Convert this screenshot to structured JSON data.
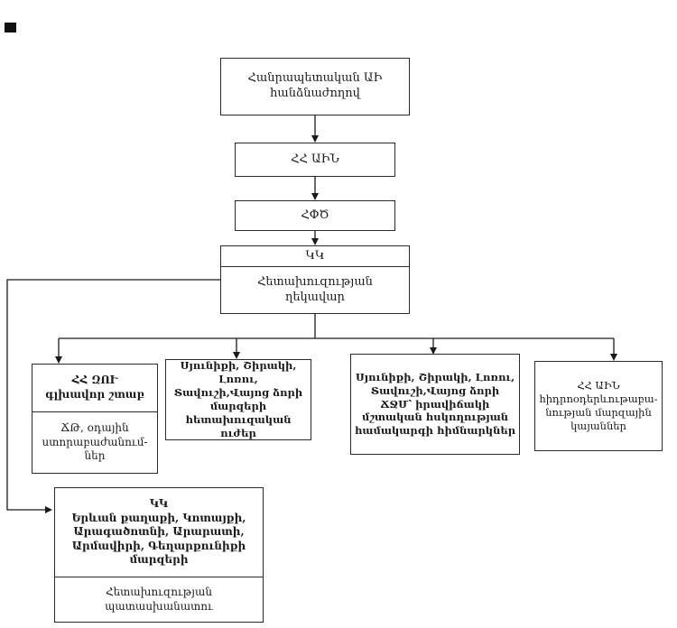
{
  "diagram": {
    "top_commission": "Հանրապետական ԱԻ\nհանձնաժողով",
    "ain": "ՀՀ ԱԻՆ",
    "hpc": "ՀՓԾ",
    "kk": {
      "header": "ԿԿ",
      "body": "Հետախուզության\nղեկավար"
    },
    "branches": {
      "zu_staff": {
        "header": "ՀՀ ԶՈՒ\nգլխավոր շտաբ",
        "body": "ՃԹ, օդային\nստորաբաժանում-\nներ"
      },
      "recon_forces": "Սյունիքի, Շիրակի, Լոռու,\nՏավուշի,Վայոց ձորի\nմարզերի\nհետախուզական ուժեր",
      "monitoring": "Սյունիքի, Շիրակի, Լոռու,\nՏավուշի,Վայոց ձորի\nՃՋՄ՝ իրավիճակի\nմշտական հսկողության\nհամակարգի հիմնարկներ",
      "hydromet": "ՀՀ ԱԻՆ\nհիդրոօդերևութաբա-\nնության մարզային\nկայաններ"
    },
    "kk_regions": {
      "header": "ԿԿ\nԵրևան քաղաքի, Կոտայքի,\nԱրագածոտնի, Արարատի,\nԱրմավիրի, Գեղարքունիքի\nմարզերի",
      "body": "Հետախուզության\nպատասխանատու"
    }
  }
}
